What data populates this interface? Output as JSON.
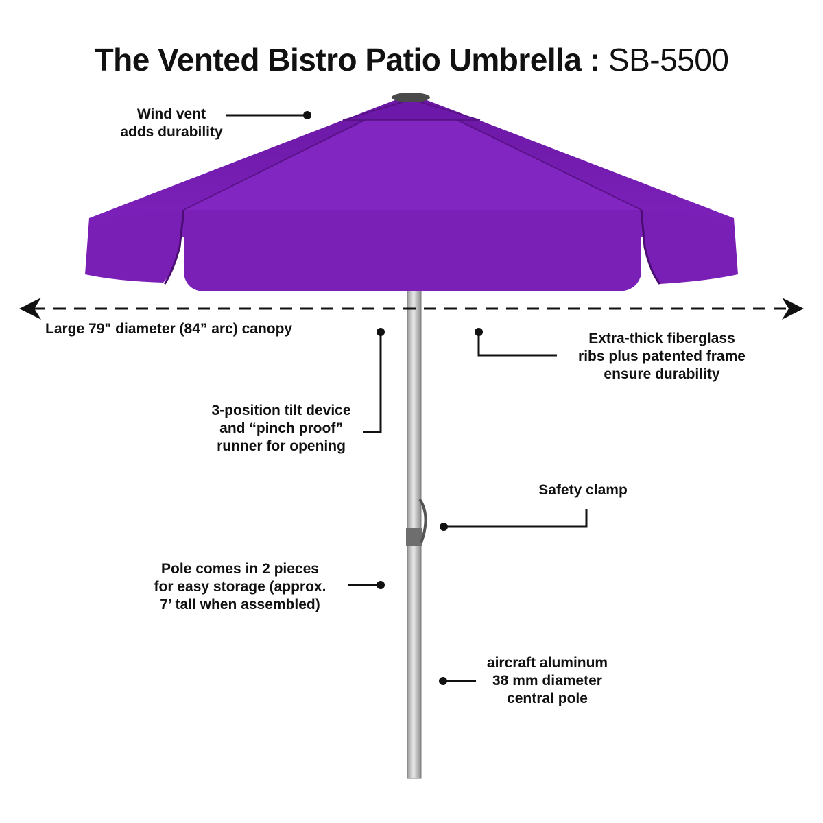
{
  "title": {
    "main": "The Vented Bistro Patio Umbrella",
    "separator": " : ",
    "model": "SB-5500"
  },
  "colors": {
    "canopy": "#7a1fb5",
    "canopy_shade": "#5e148e",
    "pole": "#c9c9c9",
    "ink": "#111111"
  },
  "callouts": {
    "wind_vent": [
      "Wind vent",
      "adds durability"
    ],
    "diameter": [
      "Large 79\" diameter (84” arc) canopy"
    ],
    "ribs": [
      "Extra-thick fiberglass",
      "ribs plus patented frame",
      "ensure durability"
    ],
    "tilt": [
      "3-position tilt device",
      "and “pinch proof”",
      "runner for opening"
    ],
    "clamp": [
      "Safety clamp"
    ],
    "pole_pieces": [
      "Pole comes in 2 pieces",
      "for easy storage (approx.",
      "7’ tall when assembled)"
    ],
    "aluminum": [
      "aircraft aluminum",
      "38 mm diameter",
      "central pole"
    ]
  }
}
